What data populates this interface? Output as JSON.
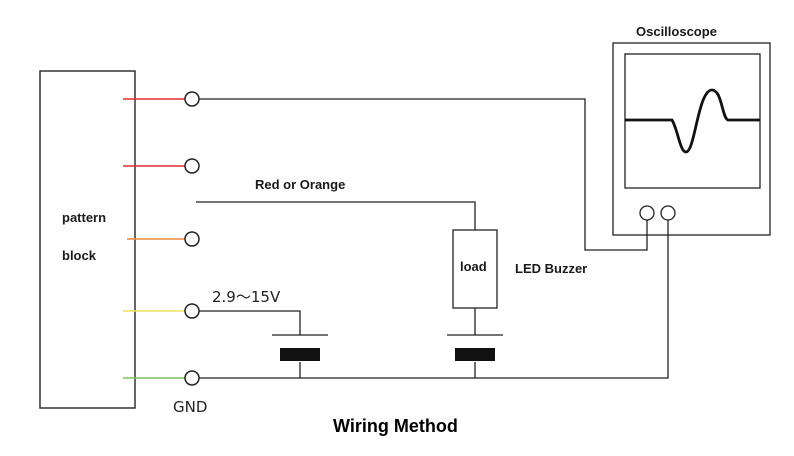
{
  "diagram": {
    "title": "Wiring Method",
    "pattern_block": {
      "label_line1": "pattern",
      "label_line2": "block"
    },
    "wires": [
      {
        "name": "signal-wire-1",
        "color": "#e03030"
      },
      {
        "name": "signal-wire-2",
        "color": "#e03030"
      },
      {
        "name": "signal-wire-3",
        "color": "#f08a3c"
      },
      {
        "name": "power-wire",
        "color": "#f0e060"
      },
      {
        "name": "ground-wire",
        "color": "#80c060"
      }
    ],
    "labels": {
      "red_or_orange": "Red or Orange",
      "voltage": "2.9～15V",
      "gnd": "GND",
      "load": "load",
      "led_buzzer": "LED Buzzer",
      "oscilloscope": "Oscilloscope"
    },
    "line_color": "#222222"
  }
}
